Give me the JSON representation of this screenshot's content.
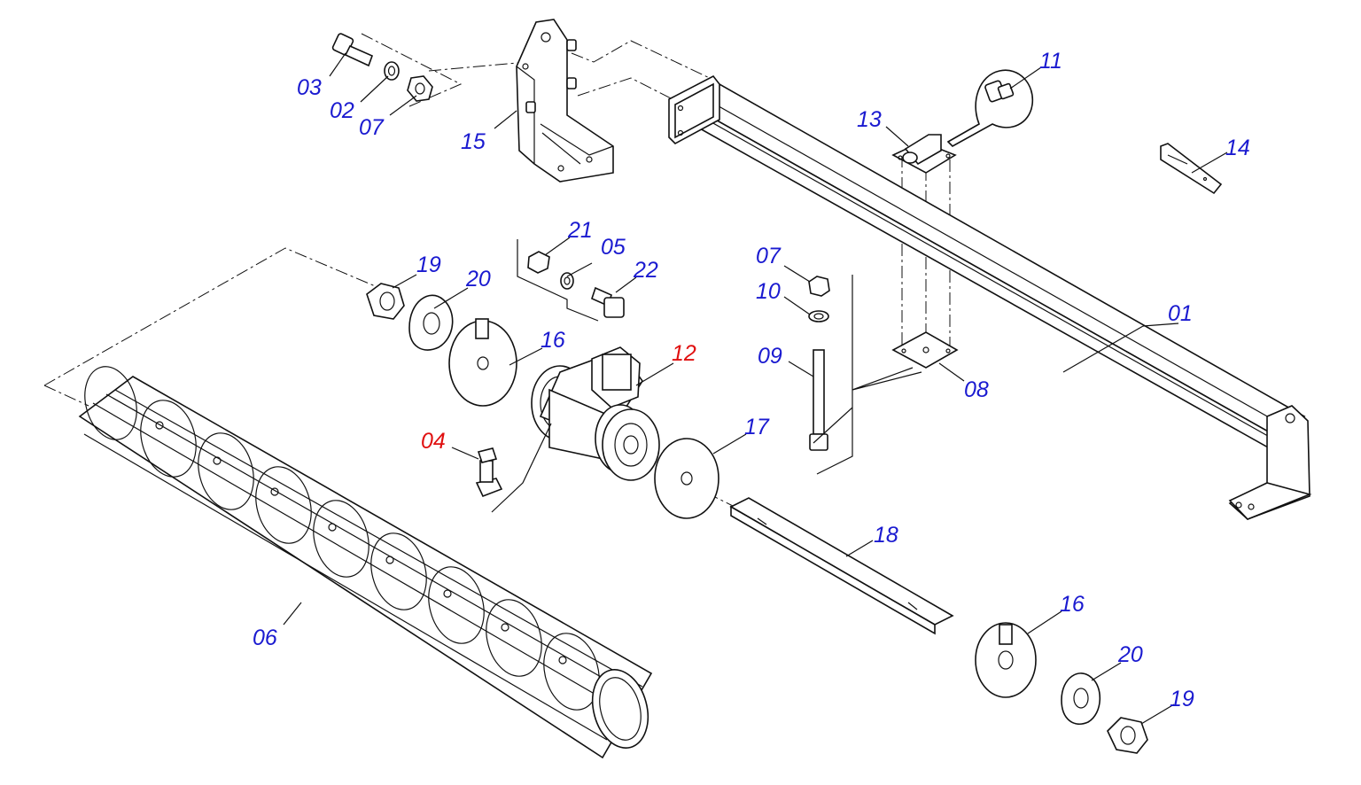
{
  "colors": {
    "callout": "#1a1ad0",
    "highlight": "#e01010",
    "line": "#111111"
  },
  "callouts": [
    {
      "id": "c01",
      "text": "01",
      "highlight": false
    },
    {
      "id": "c02",
      "text": "02",
      "highlight": false
    },
    {
      "id": "c03",
      "text": "03",
      "highlight": false
    },
    {
      "id": "c04",
      "text": "04",
      "highlight": true
    },
    {
      "id": "c05",
      "text": "05",
      "highlight": false
    },
    {
      "id": "c06",
      "text": "06",
      "highlight": false
    },
    {
      "id": "c07a",
      "text": "07",
      "highlight": false
    },
    {
      "id": "c07b",
      "text": "07",
      "highlight": false
    },
    {
      "id": "c08",
      "text": "08",
      "highlight": false
    },
    {
      "id": "c09",
      "text": "09",
      "highlight": false
    },
    {
      "id": "c10",
      "text": "10",
      "highlight": false
    },
    {
      "id": "c11",
      "text": "11",
      "highlight": false
    },
    {
      "id": "c12",
      "text": "12",
      "highlight": true
    },
    {
      "id": "c13",
      "text": "13",
      "highlight": false
    },
    {
      "id": "c14",
      "text": "14",
      "highlight": false
    },
    {
      "id": "c15",
      "text": "15",
      "highlight": false
    },
    {
      "id": "c16a",
      "text": "16",
      "highlight": false
    },
    {
      "id": "c16b",
      "text": "16",
      "highlight": false
    },
    {
      "id": "c17",
      "text": "17",
      "highlight": false
    },
    {
      "id": "c18",
      "text": "18",
      "highlight": false
    },
    {
      "id": "c19a",
      "text": "19",
      "highlight": false
    },
    {
      "id": "c19b",
      "text": "19",
      "highlight": false
    },
    {
      "id": "c20a",
      "text": "20",
      "highlight": false
    },
    {
      "id": "c20b",
      "text": "20",
      "highlight": false
    },
    {
      "id": "c21",
      "text": "21",
      "highlight": false
    },
    {
      "id": "c22",
      "text": "22",
      "highlight": false
    }
  ]
}
